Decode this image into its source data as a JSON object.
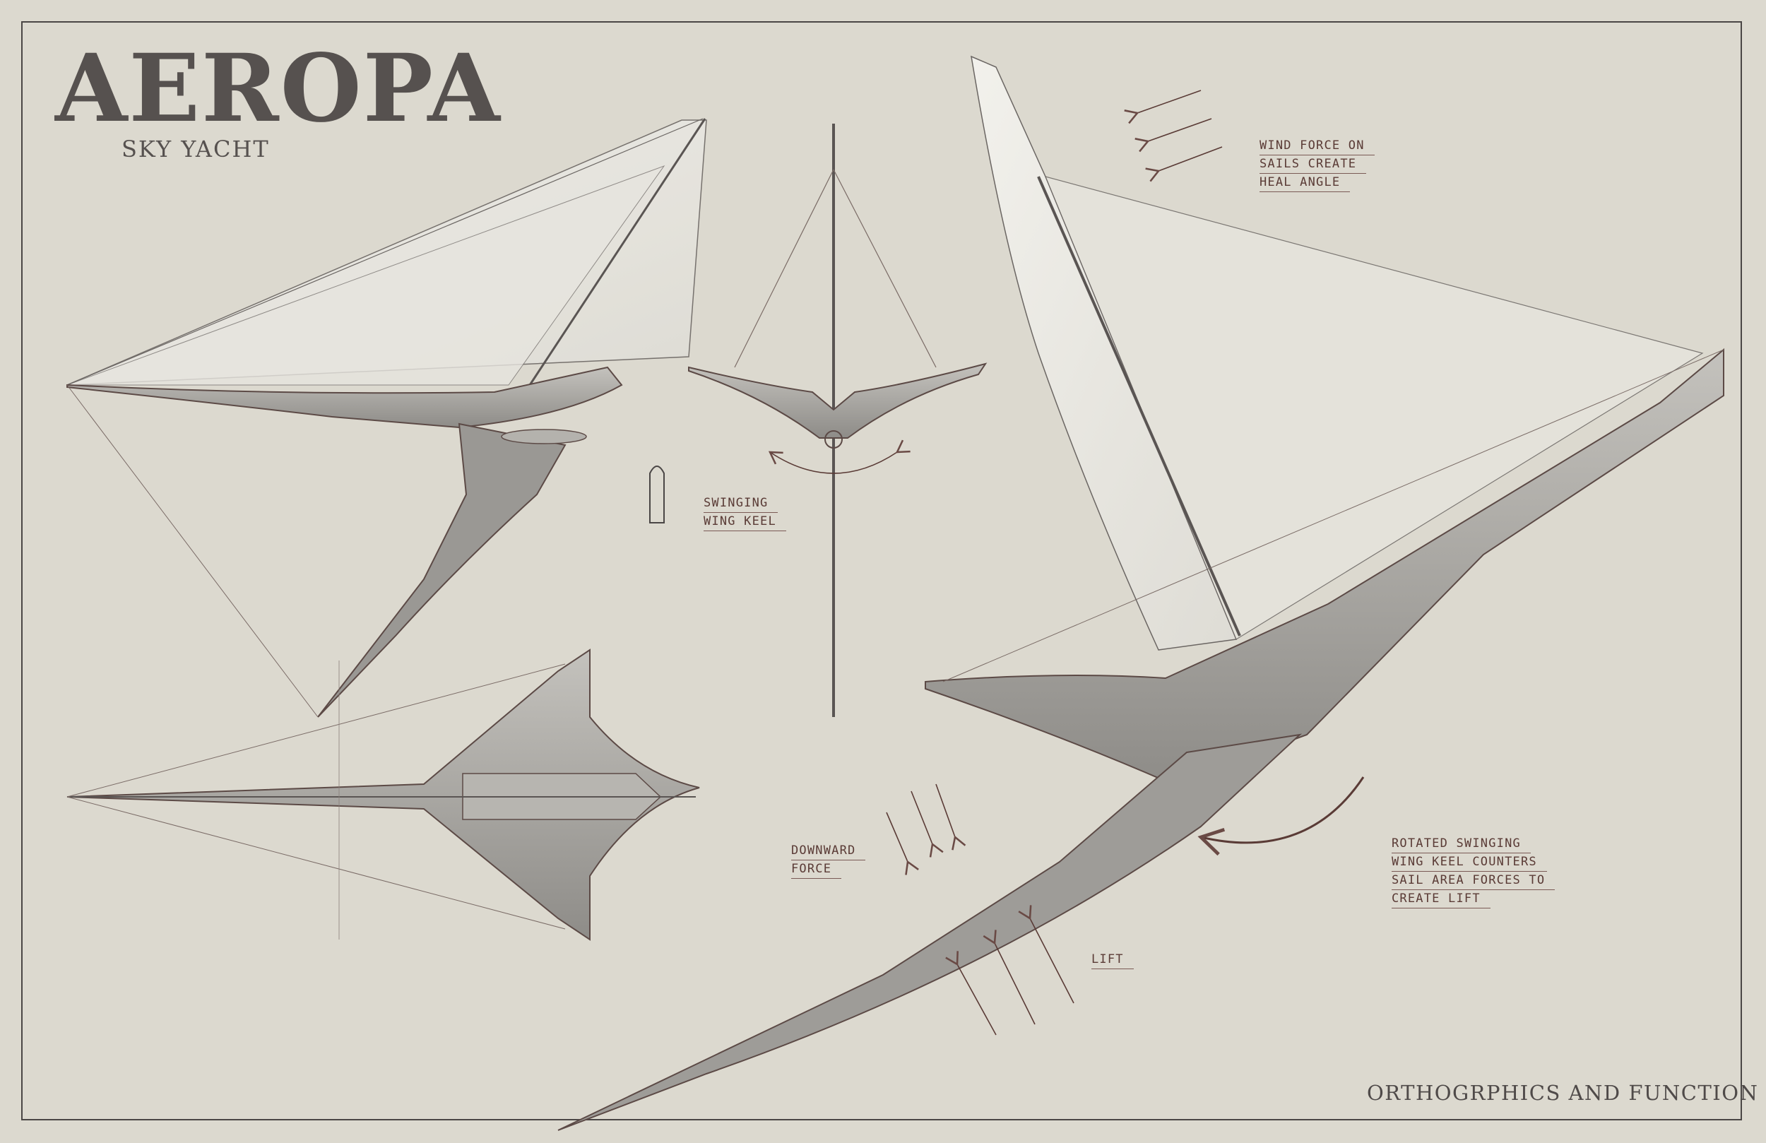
{
  "title": "AEROPA",
  "subtitle": "SKY YACHT",
  "footer": "ORTHOGRPHICS AND FUNCTION",
  "annotations": {
    "wind": [
      "WIND FORCE ON",
      "SAILS CREATE",
      "HEAL ANGLE"
    ],
    "keel": [
      "SWINGING",
      "WING KEEL"
    ],
    "downward": [
      "DOWNWARD",
      "FORCE"
    ],
    "rotated": [
      "ROTATED SWINGING",
      "WING KEEL COUNTERS",
      "SAIL AREA FORCES TO",
      "CREATE LIFT"
    ],
    "lift": "LIFT"
  },
  "colors": {
    "background": "#dcd9cf",
    "ink": "#4a4645",
    "annotation": "#5a3b36",
    "sail": "#ecebe6",
    "hull": "#a8a6a2"
  }
}
